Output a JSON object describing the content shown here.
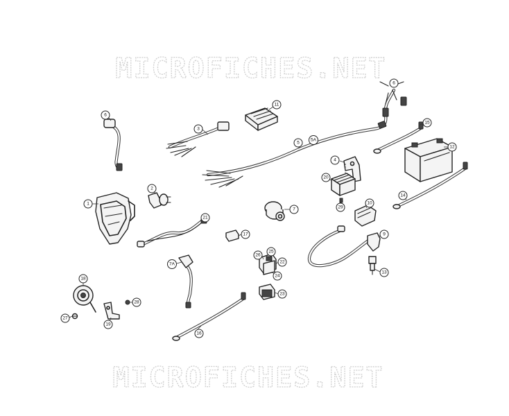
{
  "watermark": {
    "top": "MICROFICHES.NET",
    "bottom": "MICROFICHES.NET"
  },
  "callouts": {
    "c1": "1",
    "c2": "2",
    "c3": "3",
    "c4": "4",
    "c5": "5",
    "c5a": "5A",
    "c6a": "6",
    "c6b": "6",
    "c7": "7",
    "c7a": "7A",
    "c9": "9",
    "c10": "10",
    "c11": "11",
    "c12": "12",
    "c13": "13",
    "c14": "14",
    "c15": "15",
    "c16": "16",
    "c17": "17",
    "c18": "18",
    "c19": "19",
    "c20": "20",
    "c21": "21",
    "c22": "22",
    "c23": "23",
    "c24": "24",
    "c25": "25",
    "c26": "26",
    "c27": "27",
    "c28": "28",
    "c29": "29"
  }
}
